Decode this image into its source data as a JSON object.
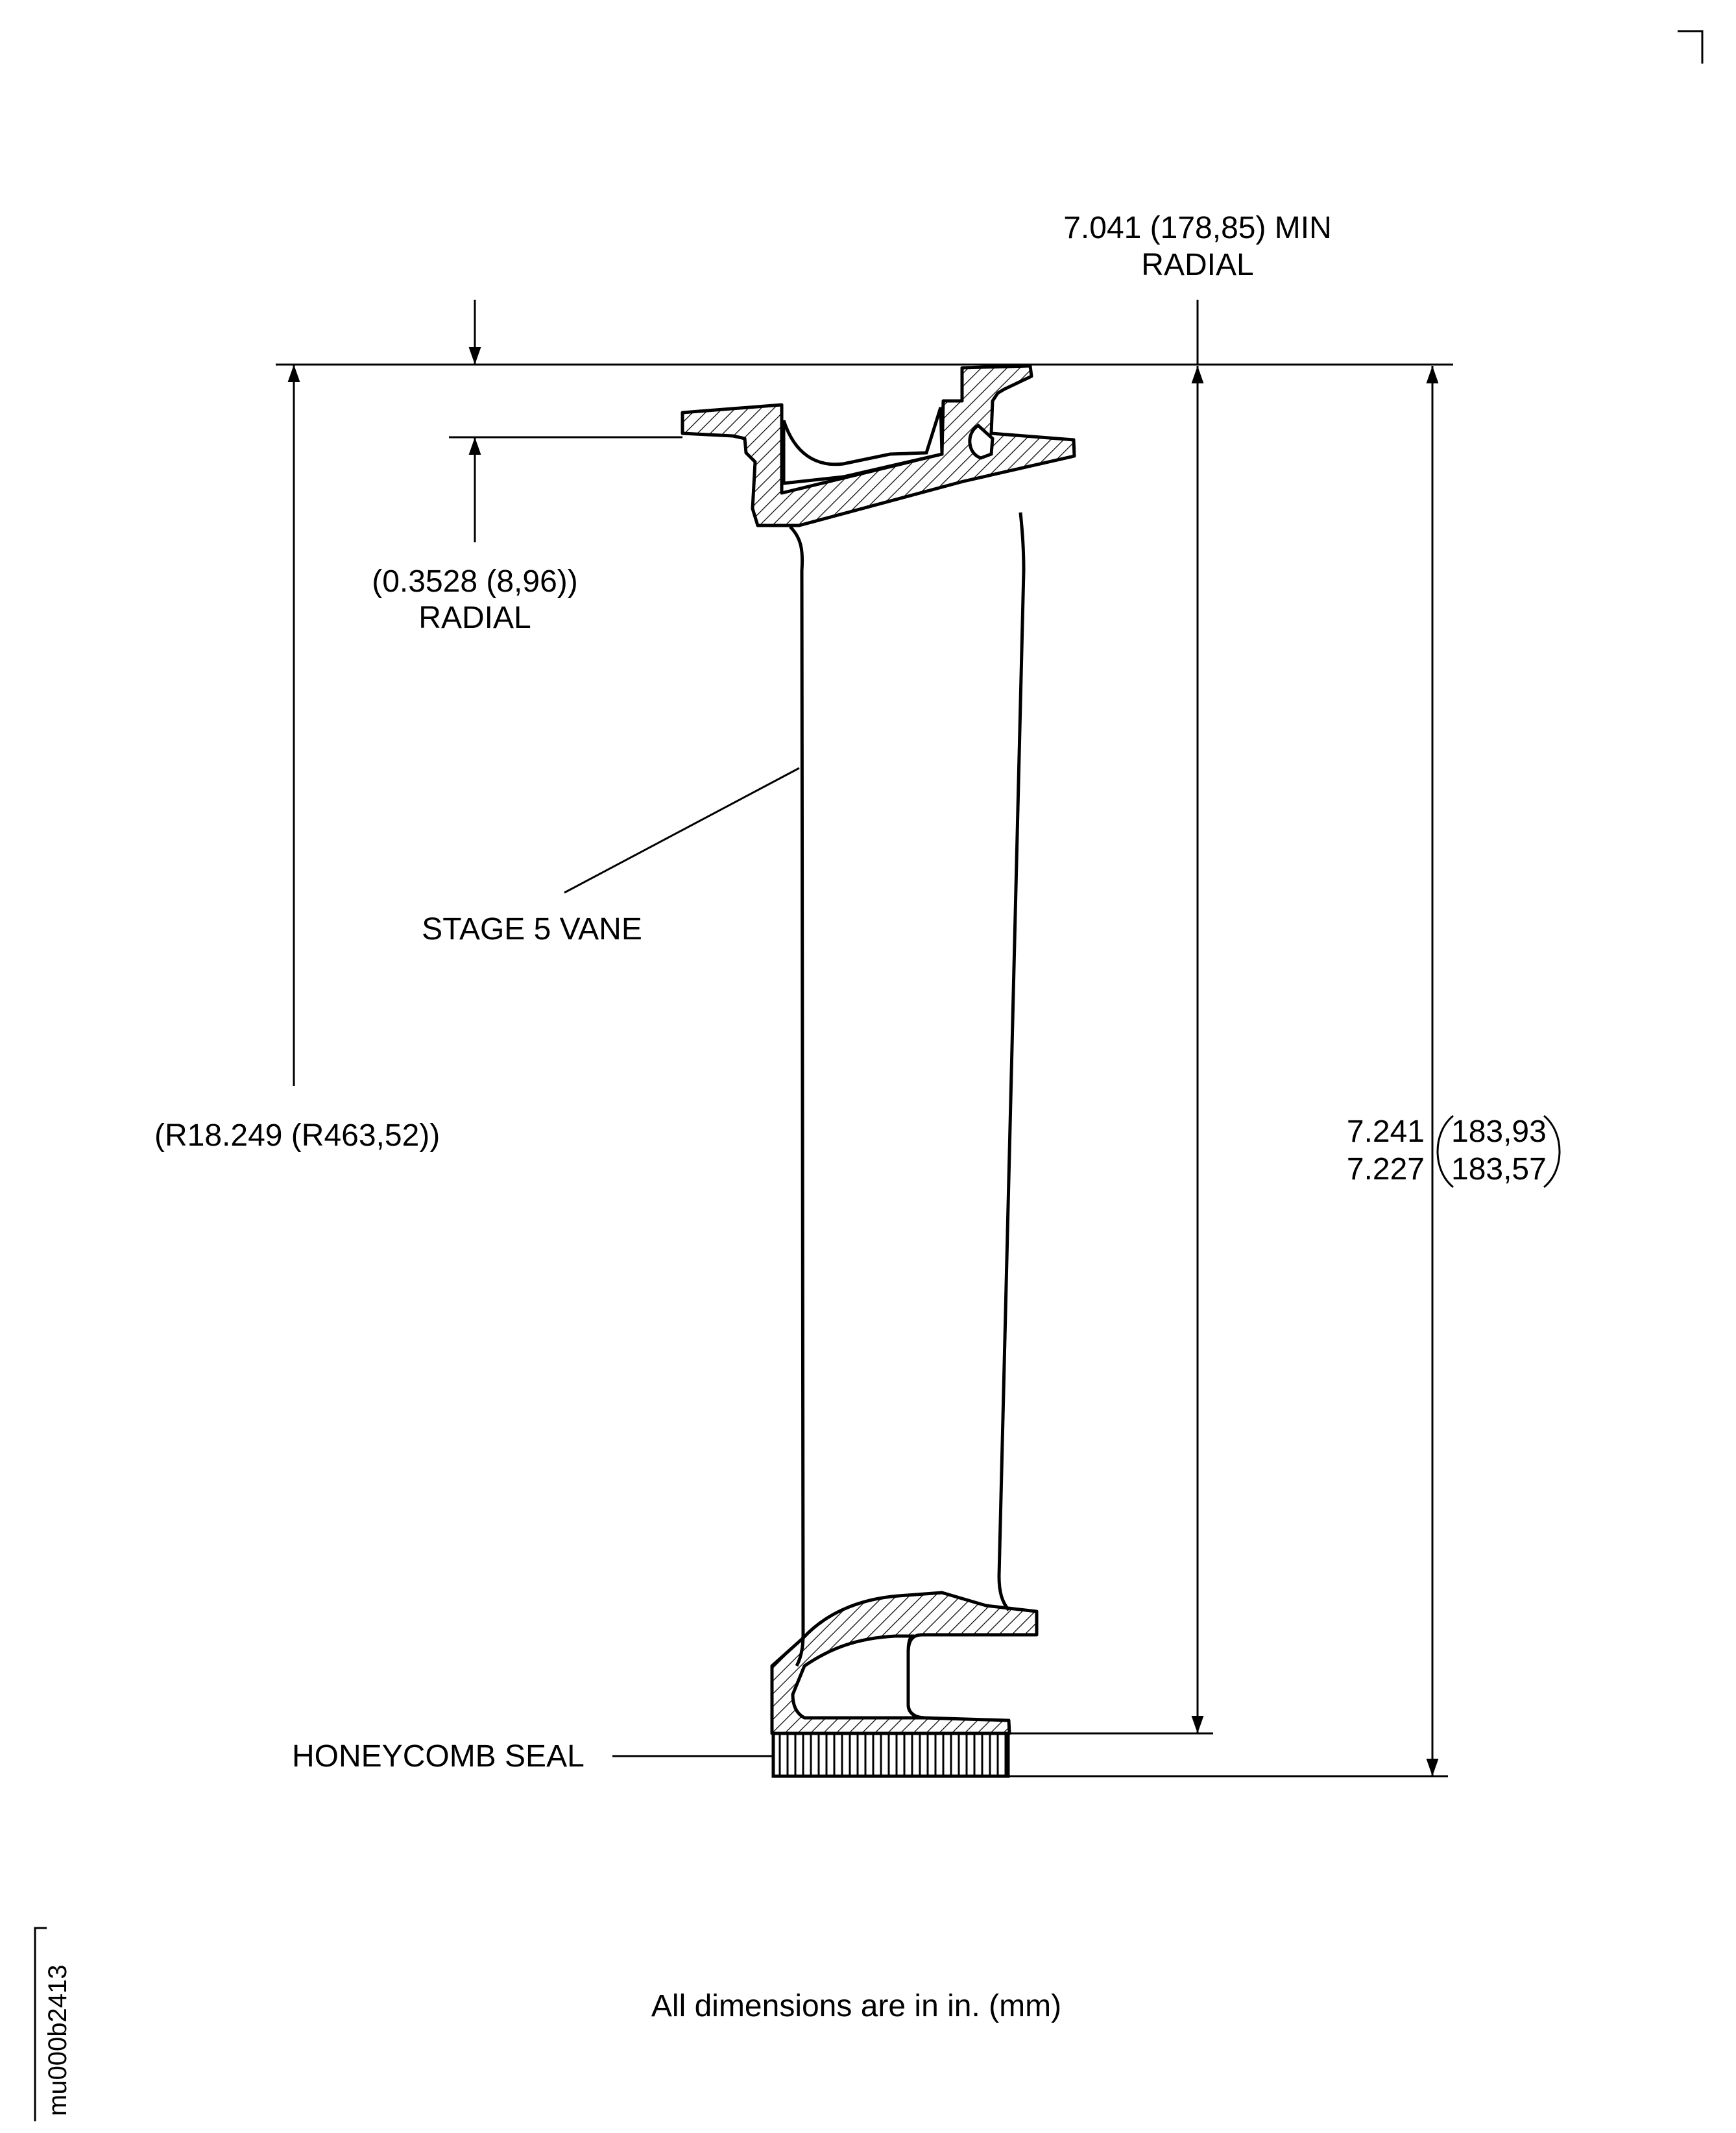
{
  "figure": {
    "figure_id": "mu000b2413",
    "footnote": "All dimensions are in in. (mm)"
  },
  "labels": {
    "top_radial_line1": "7.041 (178,85) MIN",
    "top_radial_line2": "RADIAL",
    "small_radial_line1": "(0.3528 (8,96))",
    "small_radial_line2": "RADIAL",
    "vane_callout": "STAGE 5 VANE",
    "left_radius": "(R18.249 (R463,52))",
    "height_in_max": "7.241",
    "height_in_min": "7.227",
    "height_mm_max": "183,93",
    "height_mm_min": "183,57",
    "seal_callout": "HONEYCOMB SEAL"
  }
}
